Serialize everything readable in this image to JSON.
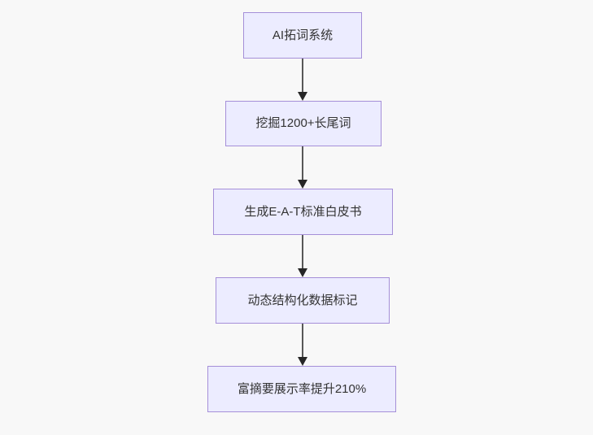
{
  "diagram": {
    "type": "flowchart",
    "direction": "top-to-bottom",
    "nodes": [
      {
        "id": "n1",
        "label": "AI拓词系统"
      },
      {
        "id": "n2",
        "label": "挖掘1200+长尾词"
      },
      {
        "id": "n3",
        "label": "生成E-A-T标准白皮书"
      },
      {
        "id": "n4",
        "label": "动态结构化数据标记"
      },
      {
        "id": "n5",
        "label": "富摘要展示率提升210%"
      }
    ],
    "edges": [
      {
        "from": "n1",
        "to": "n2"
      },
      {
        "from": "n2",
        "to": "n3"
      },
      {
        "from": "n3",
        "to": "n4"
      },
      {
        "from": "n4",
        "to": "n5"
      }
    ],
    "colors": {
      "background": "#f8f8f8",
      "node_fill": "#ececff",
      "node_border": "#a58fd8",
      "node_text": "#333333",
      "edge_line": "#585858",
      "edge_arrowhead": "#262626"
    }
  }
}
